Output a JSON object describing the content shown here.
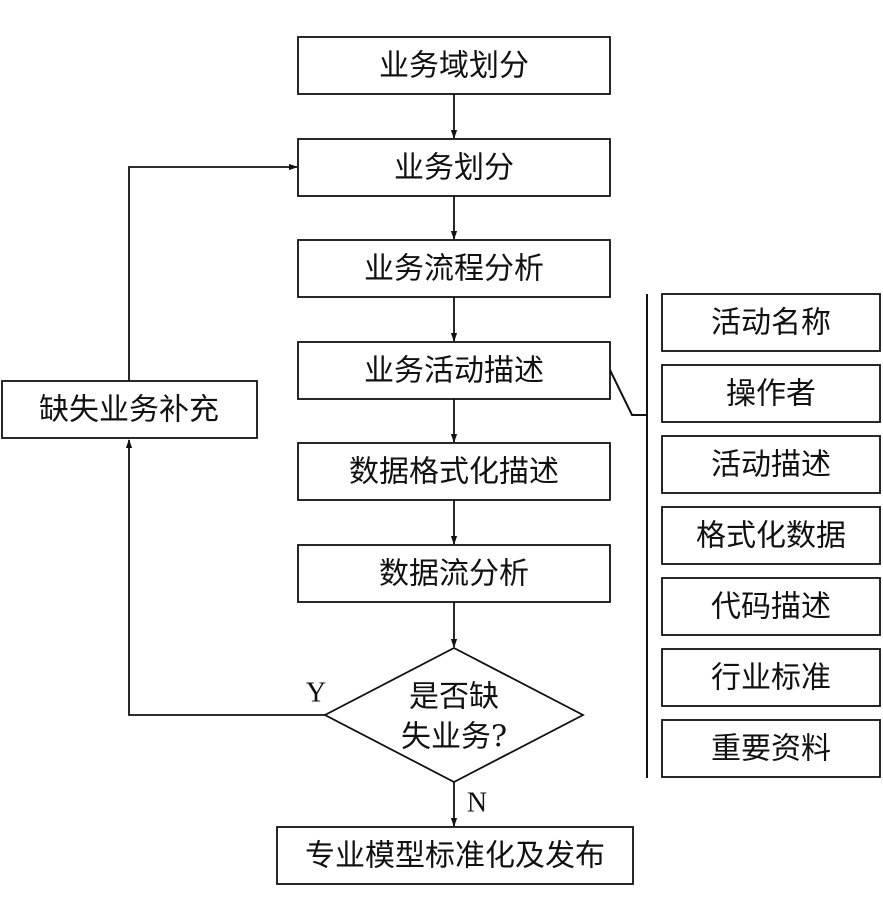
{
  "flow": {
    "steps": [
      "业务域划分",
      "业务划分",
      "业务流程分析",
      "业务活动描述",
      "数据格式化描述",
      "数据流分析"
    ],
    "decision_line1": "是否缺",
    "decision_line2": "失业务?",
    "yes_label": "Y",
    "no_label": "N",
    "feedback": "缺失业务补充",
    "final": "专业模型标准化及发布"
  },
  "details": [
    "活动名称",
    "操作者",
    "活动描述",
    "格式化数据",
    "代码描述",
    "行业标准",
    "重要资料"
  ]
}
